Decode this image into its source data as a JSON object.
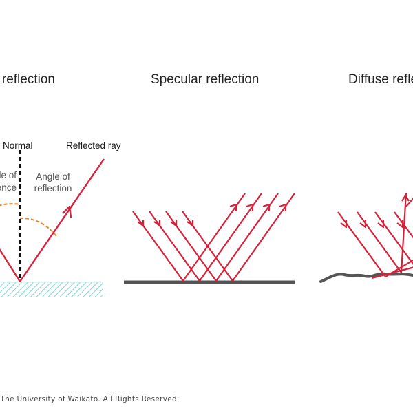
{
  "panels": {
    "mirror": {
      "title": "Mirror reflection"
    },
    "specular": {
      "title": "Specular reflection"
    },
    "diffuse": {
      "title": "Diffuse reflection"
    }
  },
  "labels": {
    "normal": "Normal",
    "reflected_ray": "Reflected ray",
    "angle_of_incidence_line1": "Angle of",
    "angle_of_incidence_line2": "incidence",
    "angle_of_reflection_line1": "Angle of",
    "angle_of_reflection_line2": "reflection"
  },
  "footer": {
    "copyright": "© The University of Waikato. All Rights Reserved."
  },
  "colors": {
    "ray": "#d5223a",
    "angle_arc": "#e8862a",
    "normal_line": "#111111",
    "mirror_surface": "#7fd3d6",
    "flat_surface": "#555555",
    "rough_surface": "#555555"
  }
}
